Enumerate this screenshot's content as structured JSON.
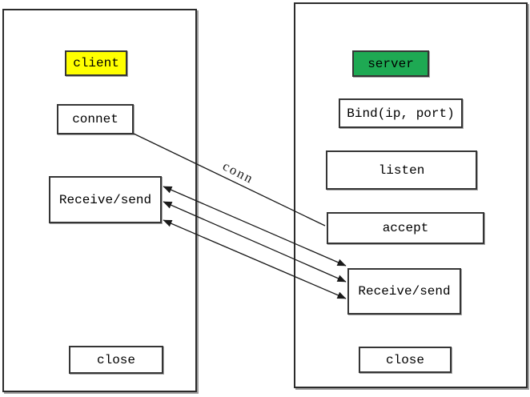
{
  "diagram": {
    "background": "#ffffff",
    "client": {
      "title": "client",
      "title_bg": "#ffff00",
      "nodes": {
        "connect": "connet",
        "receive_send": "Receive/send",
        "close": "close"
      }
    },
    "server": {
      "title": "server",
      "title_bg": "#1ea953",
      "nodes": {
        "bind": "Bind(ip, port)",
        "listen": "listen",
        "accept": "accept",
        "receive_send": "Receive/send",
        "close": "close"
      }
    },
    "edges": {
      "conn_label": "conn",
      "conn_arrow": "client connect to server accept",
      "exchange_arrows": "3 double-headed arrows between client Receive/send and server Receive/send"
    }
  }
}
